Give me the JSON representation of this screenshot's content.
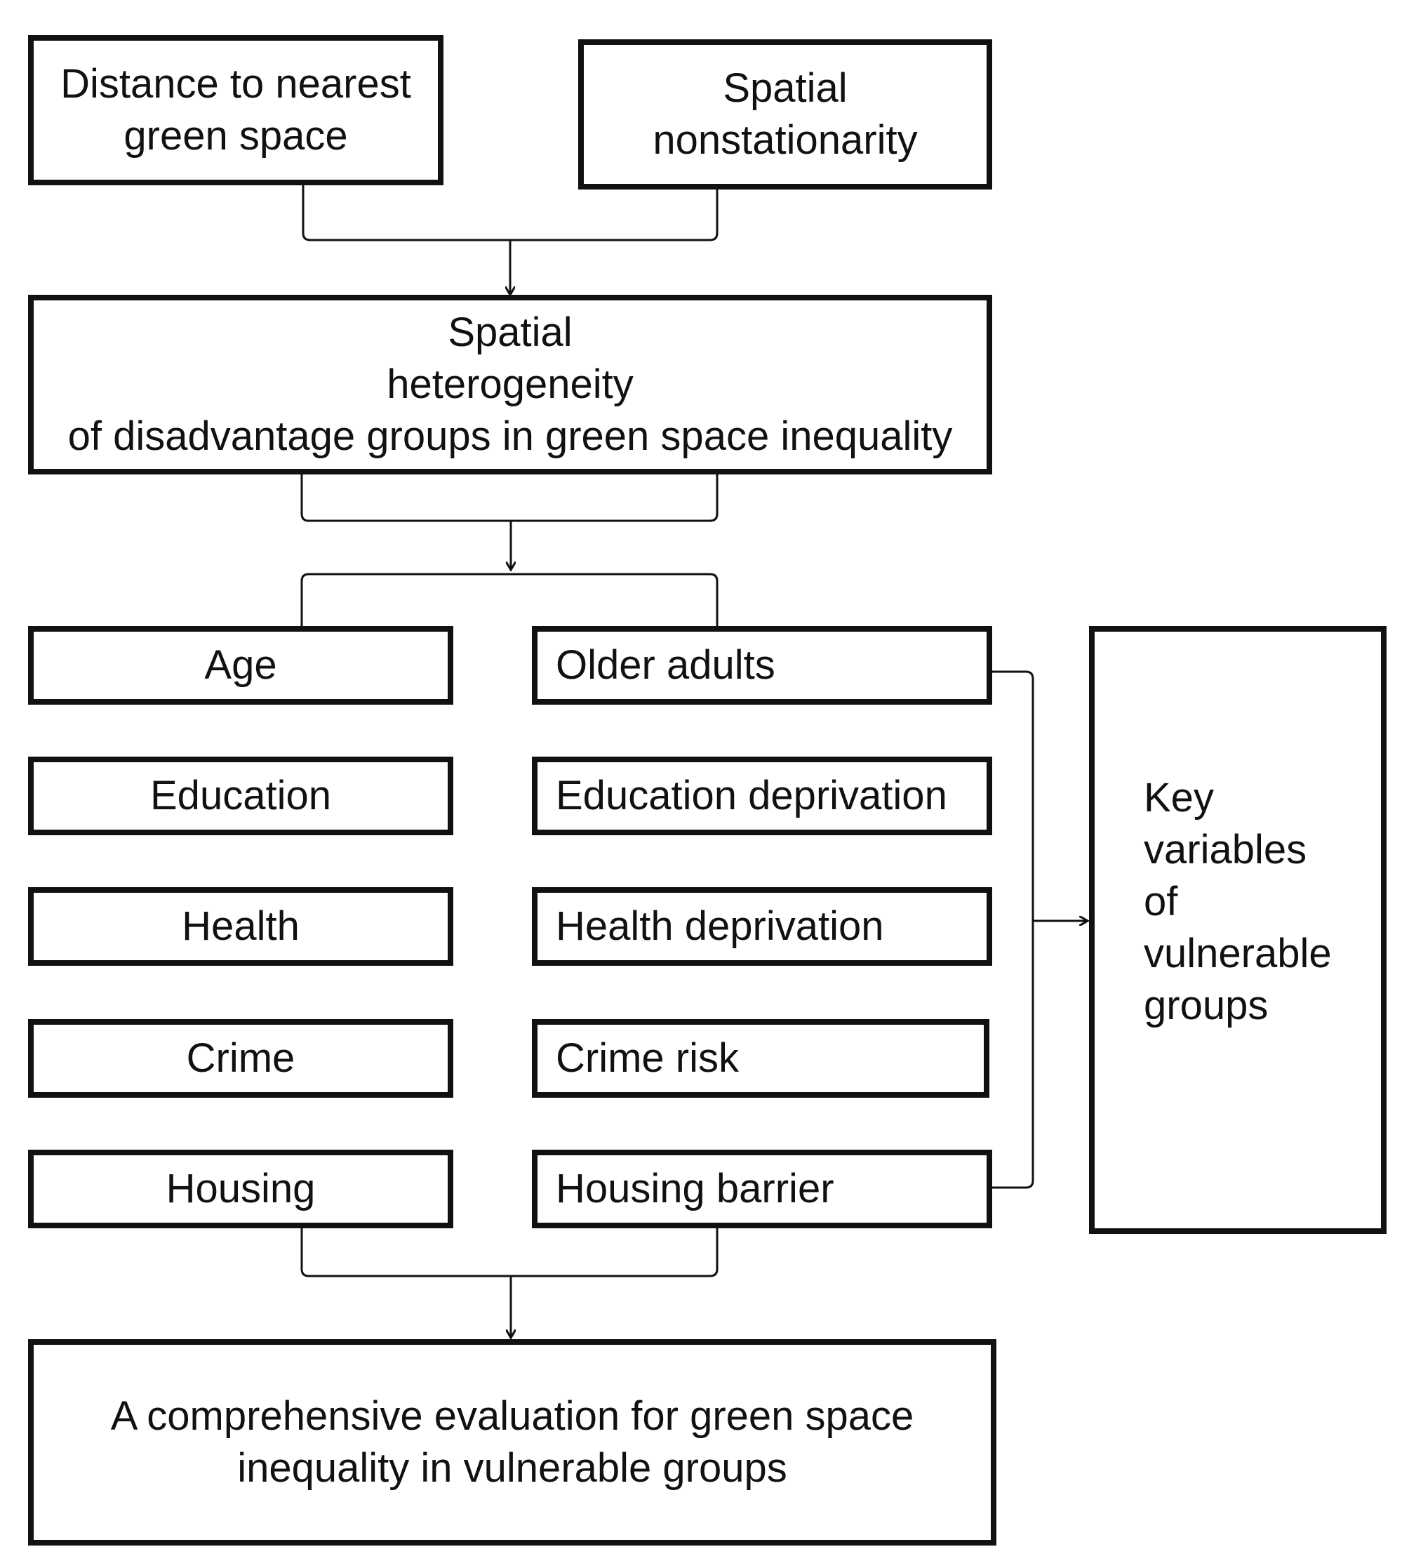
{
  "boxes": {
    "distance": {
      "lines": [
        "Distance to nearest",
        "green space"
      ]
    },
    "nonstationarity": {
      "lines": [
        "Spatial",
        "nonstationarity"
      ]
    },
    "heterogeneity": {
      "lines": [
        "Spatial",
        "heterogeneity",
        "of disadvantage groups in green space inequality"
      ]
    },
    "age": "Age",
    "education": "Education",
    "health": "Health",
    "crime": "Crime",
    "housing": "Housing",
    "older_adults": "Older adults",
    "education_deprivation": "Education deprivation",
    "health_deprivation": "Health deprivation",
    "crime_risk": "Crime risk",
    "housing_barrier": "Housing barrier",
    "key_variables": {
      "lines": [
        "Key",
        "variables",
        "of",
        "vulnerable",
        "groups"
      ]
    },
    "evaluation": {
      "lines": [
        "A comprehensive evaluation for green space",
        "inequality in vulnerable groups"
      ]
    }
  },
  "colors": {
    "stroke": "#111111",
    "background": "#ffffff"
  }
}
